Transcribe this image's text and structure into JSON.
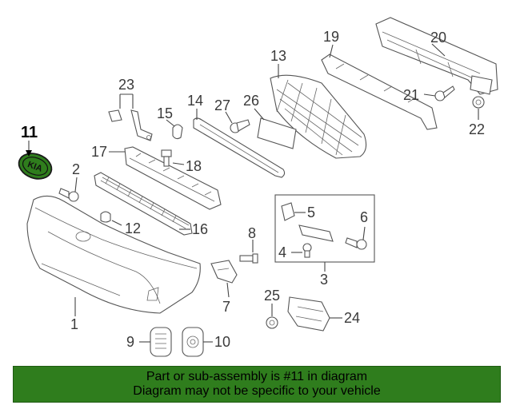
{
  "diagram": {
    "labels": {
      "p1": "1",
      "p2": "2",
      "p3": "3",
      "p4": "4",
      "p5": "5",
      "p6": "6",
      "p7": "7",
      "p8": "8",
      "p9": "9",
      "p10": "10",
      "p11": "11",
      "p12": "12",
      "p13": "13",
      "p14": "14",
      "p15": "15",
      "p16": "16",
      "p17": "17",
      "p18": "18",
      "p19": "19",
      "p20": "20",
      "p21": "21",
      "p22": "22",
      "p23": "23",
      "p24": "24",
      "p25": "25",
      "p26": "26",
      "p27": "27"
    },
    "emblem_text": "KIA",
    "highlight_color": "#2f7d1d",
    "highlighted_part": "11"
  },
  "banner": {
    "line1": "Part or sub-assembly is #11 in diagram",
    "line2": "Diagram may not be specific to your vehicle",
    "background": "#2f7d1d"
  }
}
